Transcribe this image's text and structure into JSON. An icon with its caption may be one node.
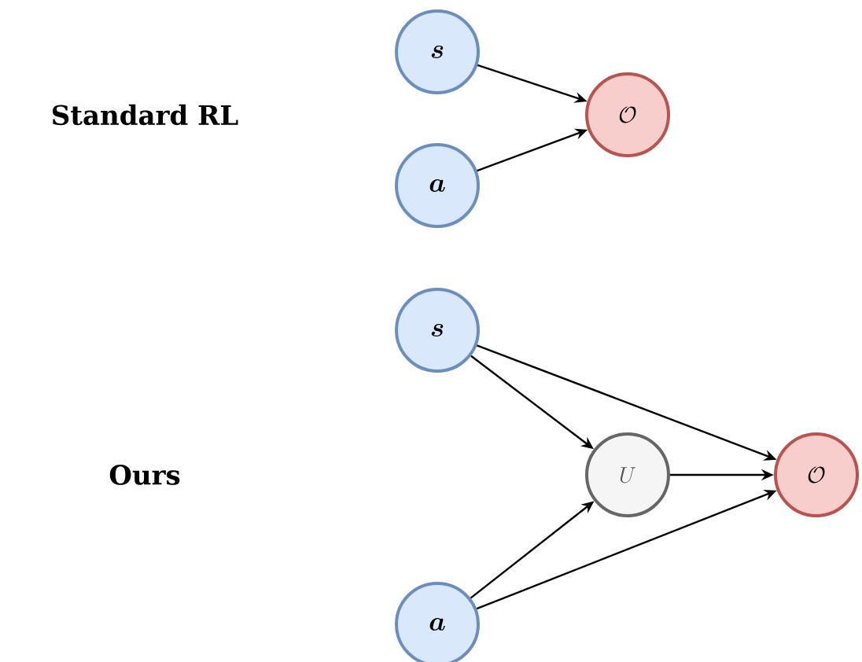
{
  "diagram": {
    "nodes": [
      {
        "text": [
          "s"
        ]
      },
      {
        "text": [
          "a"
        ]
      },
      {
        "text": [
          "\\mathcal{O}"
        ]
      },
      {
        "text": [
          "s"
        ]
      },
      {
        "text": [
          "U"
        ]
      },
      {
        "text": [
          "\\mathcal{O}"
        ]
      },
      {
        "text": [
          "a"
        ]
      }
    ],
    "edges": [
      {
        "from": 0,
        "to": 2,
        "arrow": "to"
      },
      {
        "from": 1,
        "to": 2,
        "arrow": "to"
      },
      {
        "from": 3,
        "to": 4,
        "arrow": "to"
      },
      {
        "from": 3,
        "to": 5,
        "arrow": "to"
      },
      {
        "from": 6,
        "to": 4,
        "arrow": "to"
      },
      {
        "from": 6,
        "to": 5,
        "arrow": "to"
      },
      {
        "from": 4,
        "to": 5,
        "arrow": "to"
      }
    ],
    "labels": [
      "Standard RL",
      "Ours"
    ]
  }
}
